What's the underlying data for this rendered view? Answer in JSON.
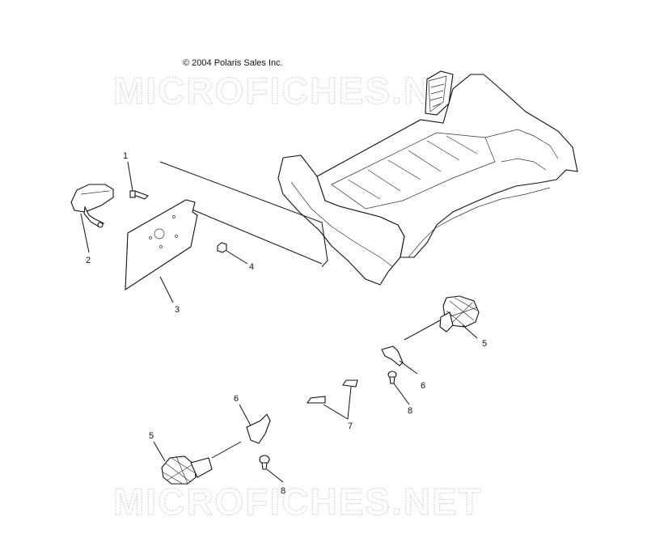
{
  "copyright": "© 2004 Polaris Sales Inc.",
  "watermark": "MICROFICHES.NET",
  "callouts": [
    "1",
    "2",
    "3",
    "4",
    "5",
    "6",
    "7",
    "8"
  ]
}
